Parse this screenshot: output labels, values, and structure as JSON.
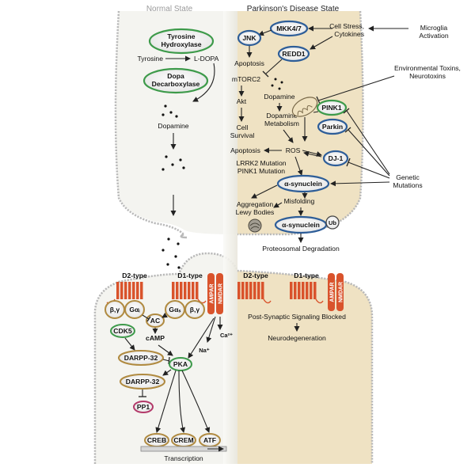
{
  "headers": {
    "normal": "Normal State",
    "parkinsons": "Parkinson's Disease State"
  },
  "normal": {
    "tyrosine_hydroxylase": [
      "Tyrosine",
      "Hydroxylase"
    ],
    "tyrosine": "Tyrosine",
    "ldopa": "L-DOPA",
    "dopa_decarboxylase": [
      "Dopa",
      "Decarboxylase"
    ],
    "dopamine": "Dopamine",
    "d2_type": "D2-type",
    "d1_type": "D1-type",
    "gby": "β,γ",
    "gai": "Gαᵢ",
    "gas": "Gαₛ",
    "ac": "AC",
    "camp": "cAMP",
    "cdk5": "CDK5",
    "darpp32": "DARPP-32",
    "pka": "PKA",
    "pp1": "PP1",
    "ampar": "AMPAR",
    "nmdar": "NMDAR",
    "ca": "Ca²⁺",
    "na": "Na⁺",
    "creb": "CREB",
    "crem": "CREM",
    "atf": "ATF",
    "transcription": "Transcription"
  },
  "pd": {
    "mkk47": "MKK4/7",
    "jnk": "JNK",
    "cell_stress": [
      "Cell Stress,",
      "Cytokines"
    ],
    "microglia": [
      "Microglia",
      "Activation"
    ],
    "redd1": "REDD1",
    "apoptosis": "Apoptosis",
    "mtorc2": "mTORC2",
    "akt": "Akt",
    "cell_survival": [
      "Cell",
      "Survival"
    ],
    "dopamine": "Dopamine",
    "dopamine_metabolism": [
      "Dopamine",
      "Metabolism"
    ],
    "env_toxins": [
      "Environmental Toxins,",
      "Neurotoxins"
    ],
    "pink1": "PINK1",
    "parkin": "Parkin",
    "dj1": "DJ-1",
    "ros": "ROS",
    "lrrk2": "LRRK2 Mutation",
    "pink1_mut": "PINK1 Mutation",
    "genetic": [
      "Genetic",
      "Mutations"
    ],
    "asyn": "α-synuclein",
    "misfolding": "Misfolding",
    "aggregation": [
      "Aggregation",
      "Lewy Bodies"
    ],
    "ub": "Ub",
    "proteosomal": "Proteosomal Degradation",
    "d2_type": "D2-type",
    "d1_type": "D1-type",
    "ampar": "AMPAR",
    "nmdar": "NMDAR",
    "blocked": "Post-Synaptic Signaling Blocked",
    "neurodegeneration": "Neurodegeneration"
  },
  "colors": {
    "normal_bg": "#f4f4f0",
    "pd_bg": "#efe2c3",
    "receptor": "#d9532c",
    "green_ring": "#3d9a4a",
    "blue_ring": "#2d5d98",
    "pink_ring": "#b33a6a",
    "tan_ring": "#b08a40"
  }
}
